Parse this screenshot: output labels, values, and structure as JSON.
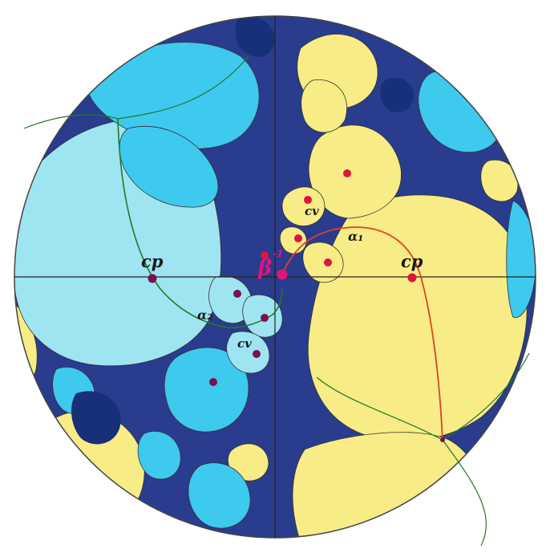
{
  "colors": {
    "background": "#ffffff",
    "disk_base": "#2a3c8e",
    "yellow_region": "#f7ec86",
    "cyan_region": "#3ec9ef",
    "light_cyan_region": "#9fe4f1",
    "navy_blotch": "#16307a",
    "axis": "#222222",
    "green_curve": "#1f7a2a",
    "red_curve": "#e0402a",
    "point_dark": "#7a1050",
    "point_red": "#e0143c",
    "point_magenta": "#e0147a"
  },
  "labels": {
    "cp_left": "cp",
    "cp_right": "cp",
    "cv_upper": "cv",
    "cv_lower": "cv",
    "alpha_upper": "α₁",
    "alpha_lower": "α₂",
    "beta": "β",
    "beta_exp": "-1"
  }
}
